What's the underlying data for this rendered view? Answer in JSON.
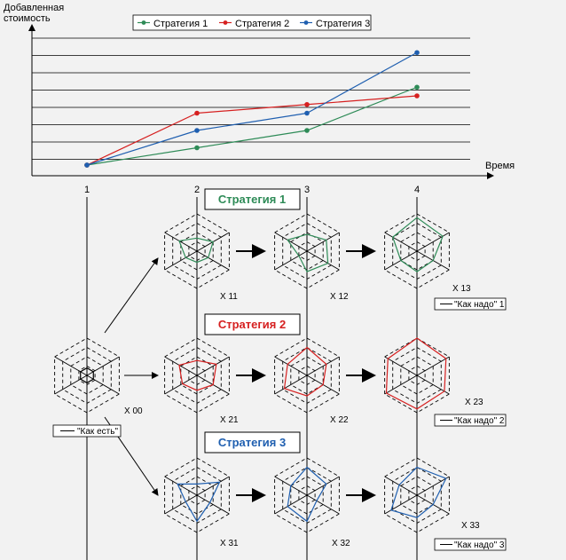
{
  "chart_data": {
    "type": "line",
    "ylabel": "Добавленная стоимость",
    "xlabel": "Время",
    "categories": [
      "1",
      "2",
      "3",
      "4"
    ],
    "legend_position": "top",
    "series": [
      {
        "name": "Стратегия 1",
        "color": "#2e8b57",
        "values": [
          0,
          1,
          2,
          4.5
        ]
      },
      {
        "name": "Стратегия 2",
        "color": "#d62020",
        "values": [
          0,
          3,
          3.5,
          4
        ]
      },
      {
        "name": "Стратегия 3",
        "color": "#1f5fb0",
        "values": [
          0,
          2,
          3,
          6.5
        ]
      }
    ],
    "grid": true
  },
  "labels": {
    "strategy_1": "Стратегия 1",
    "strategy_2": "Стратегия 2",
    "strategy_3": "Стратегия 3",
    "as_is": "\"Как есть\"",
    "to_be_1": "\"Как надо\" 1",
    "to_be_2": "\"Как надо\" 2",
    "to_be_3": "\"Как надо\" 3",
    "x00": "X 00",
    "x11": "X 11",
    "x12": "X 12",
    "x13": "X 13",
    "x21": "X 21",
    "x22": "X 22",
    "x23": "X 23",
    "x31": "X 31",
    "x32": "X 32",
    "x33": "X 33"
  },
  "colors": {
    "strategy_1": "#2e8b57",
    "strategy_2": "#d62020",
    "strategy_3": "#1f5fb0"
  },
  "radar": {
    "x00": {
      "strategy": "none",
      "levels": [
        0.2,
        0.2,
        0.2,
        0.2,
        0.2,
        0.2
      ]
    },
    "x11": {
      "strategy": "strategy_1",
      "levels": [
        0.35,
        0.5,
        0.35,
        0.3,
        0.35,
        0.55
      ]
    },
    "x12": {
      "strategy": "strategy_1",
      "levels": [
        0.45,
        0.6,
        0.65,
        0.55,
        0.25,
        0.6
      ]
    },
    "x13": {
      "strategy": "strategy_1",
      "levels": [
        0.9,
        0.8,
        0.5,
        0.55,
        0.5,
        0.75
      ]
    },
    "x21": {
      "strategy": "strategy_2",
      "levels": [
        0.4,
        0.6,
        0.5,
        0.4,
        0.45,
        0.55
      ]
    },
    "x22": {
      "strategy": "strategy_2",
      "levels": [
        0.75,
        0.6,
        0.5,
        0.55,
        0.7,
        0.6
      ]
    },
    "x23": {
      "strategy": "strategy_2",
      "levels": [
        1.0,
        0.9,
        0.85,
        0.9,
        0.95,
        0.9
      ]
    },
    "x31": {
      "strategy": "strategy_3",
      "levels": [
        0.3,
        0.7,
        0.4,
        0.7,
        0.35,
        0.6
      ]
    },
    "x32": {
      "strategy": "strategy_3",
      "levels": [
        0.75,
        0.6,
        0.3,
        0.7,
        0.6,
        0.5
      ]
    },
    "x33": {
      "strategy": "strategy_3",
      "levels": [
        0.75,
        0.9,
        0.5,
        0.6,
        0.8,
        0.55
      ]
    }
  }
}
